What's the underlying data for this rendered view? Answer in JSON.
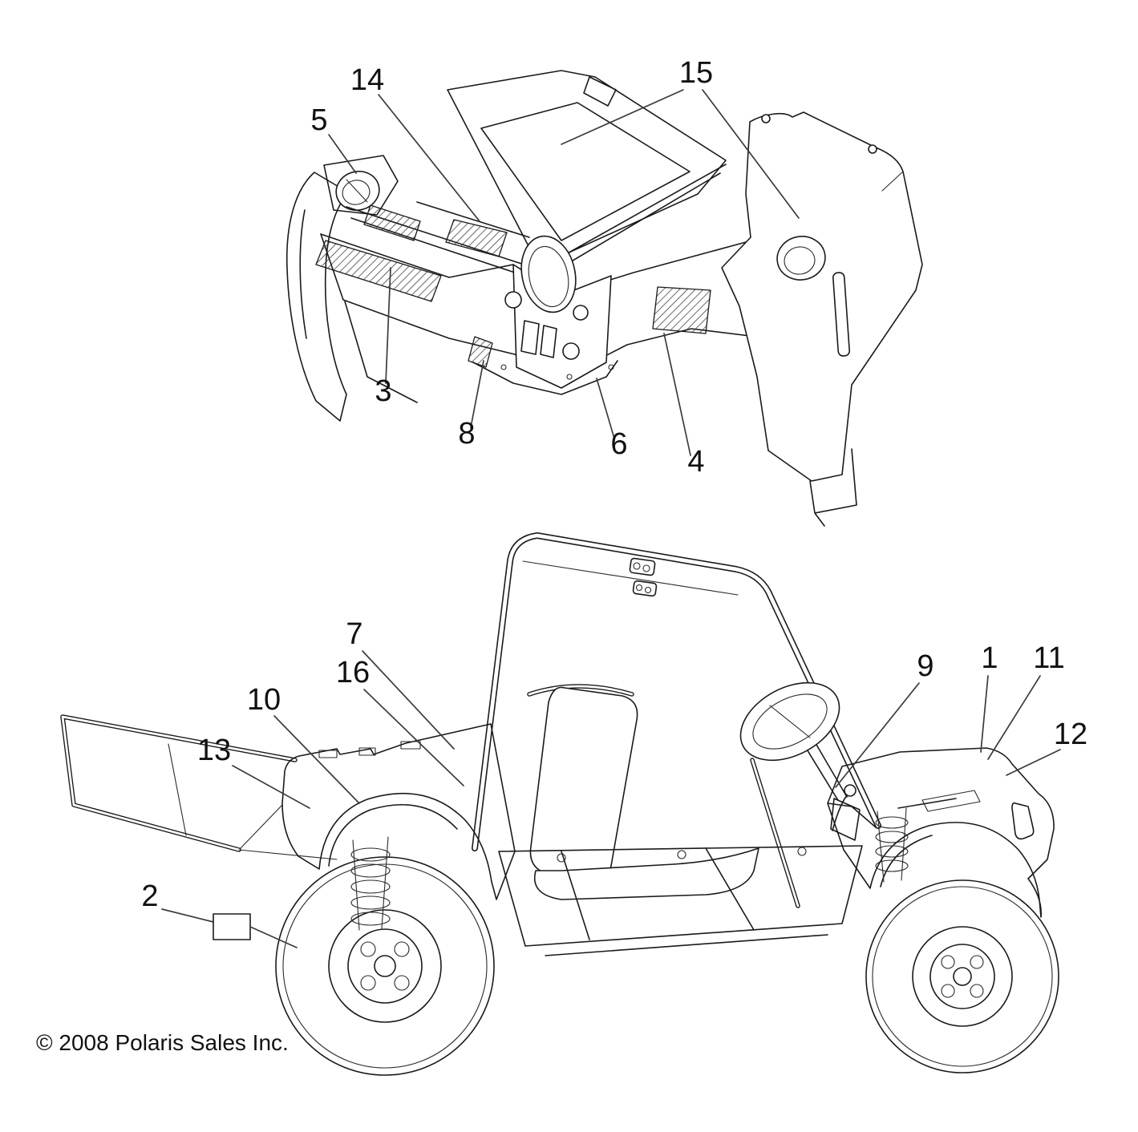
{
  "page": {
    "background": "#ffffff",
    "line_color": "#1a1a1a",
    "text_color": "#111111",
    "copyright": "© 2008 Polaris Sales Inc."
  },
  "callouts": [
    {
      "label": "14"
    },
    {
      "label": "15"
    },
    {
      "label": "5"
    },
    {
      "label": "3"
    },
    {
      "label": "8"
    },
    {
      "label": "6"
    },
    {
      "label": "4"
    },
    {
      "label": "7"
    },
    {
      "label": "16"
    },
    {
      "label": "10"
    },
    {
      "label": "13"
    },
    {
      "label": "2"
    },
    {
      "label": "9"
    },
    {
      "label": "1"
    },
    {
      "label": "11"
    },
    {
      "label": "12"
    }
  ]
}
